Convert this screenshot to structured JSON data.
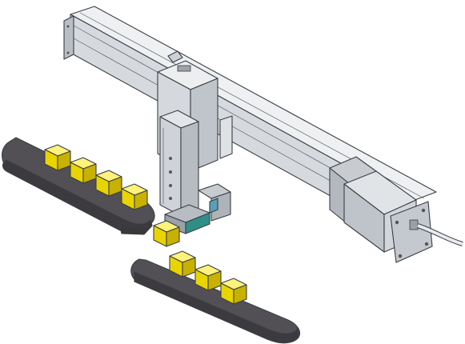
{
  "scene": {
    "subject": "gantry-pick-and-place-illustration",
    "colors": {
      "background": "#ffffff",
      "aluminum_light": "#e4e7ea",
      "aluminum_mid": "#c9cdd2",
      "aluminum_dark": "#a7adb4",
      "motor_body": "#cfd3d8",
      "belt_dark": "#4c4a4d",
      "belt_side": "#3a383b",
      "block_top": "#fff27a",
      "block_front": "#e9d400",
      "block_side": "#c9b100",
      "gripper_green": "#2e8f86",
      "sensor_blue": "#5a9fb8"
    },
    "conveyors": [
      {
        "id": "upper-left",
        "block_count": 4
      },
      {
        "id": "lower-center",
        "block_count": 3
      }
    ],
    "gripper_block_count": 1
  }
}
